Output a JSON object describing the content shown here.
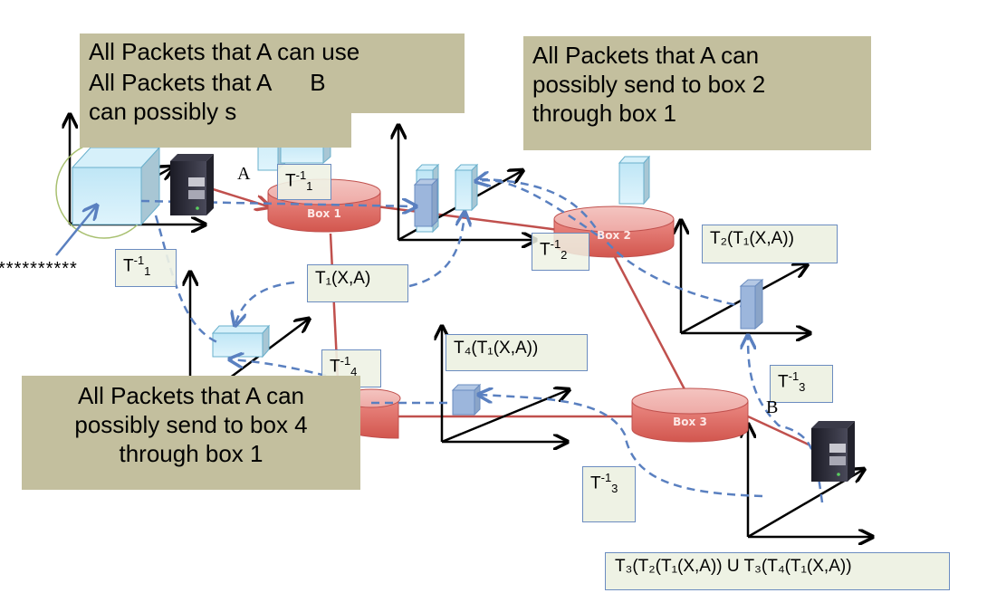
{
  "callouts": {
    "top_left_line1": "All Packets that A can use",
    "top_left_line2": "All Packets that A      B",
    "top_left_line3": "can possibly s",
    "top_right": [
      "All Packets that A can",
      "possibly send to box 2",
      "through box 1"
    ],
    "bottom_left": [
      "All Packets that A can",
      "possibly send to box 4",
      "through box 1"
    ]
  },
  "boxes": {
    "box1": "Box 1",
    "box2": "Box 2",
    "box3": "Box 3",
    "box4": ""
  },
  "hosts": {
    "a": "A",
    "b": "B"
  },
  "stars_text": "**********",
  "transform_labels": {
    "t_inv_1_top": {
      "base": "T",
      "sup": "-1",
      "sub": "1"
    },
    "t_inv_1_left": {
      "base": "T",
      "sup": "-1",
      "sub": "1"
    },
    "t_inv_2": {
      "base": "T",
      "sup": "-1",
      "sub": "2"
    },
    "t_inv_4": {
      "base": "T",
      "sup": "-1",
      "sub": "4"
    },
    "t_inv_3_right": {
      "base": "T",
      "sup": "-1",
      "sub": "3"
    },
    "t_inv_3_bottom": {
      "base": "T",
      "sup": "-1",
      "sub": "3"
    }
  },
  "set_labels": {
    "t1": "T₁(X,A)",
    "t2t1": "T₂(T₁(X,A))",
    "t4t1": "T₄(T₁(X,A))",
    "final": "T₃(T₂(T₁(X,A))  U  T₃(T₄(T₁(X,A))"
  },
  "colors": {
    "callout_bg": "#c3bf9e",
    "label_bg": "#eef2e4",
    "label_border": "#6b8cc0",
    "box_red": "#e0706a",
    "link_red": "#c0504d",
    "dashed_blue": "#5a80c0",
    "packet_light": "#c8ecf8",
    "packet_dark": "#98b4d8"
  }
}
